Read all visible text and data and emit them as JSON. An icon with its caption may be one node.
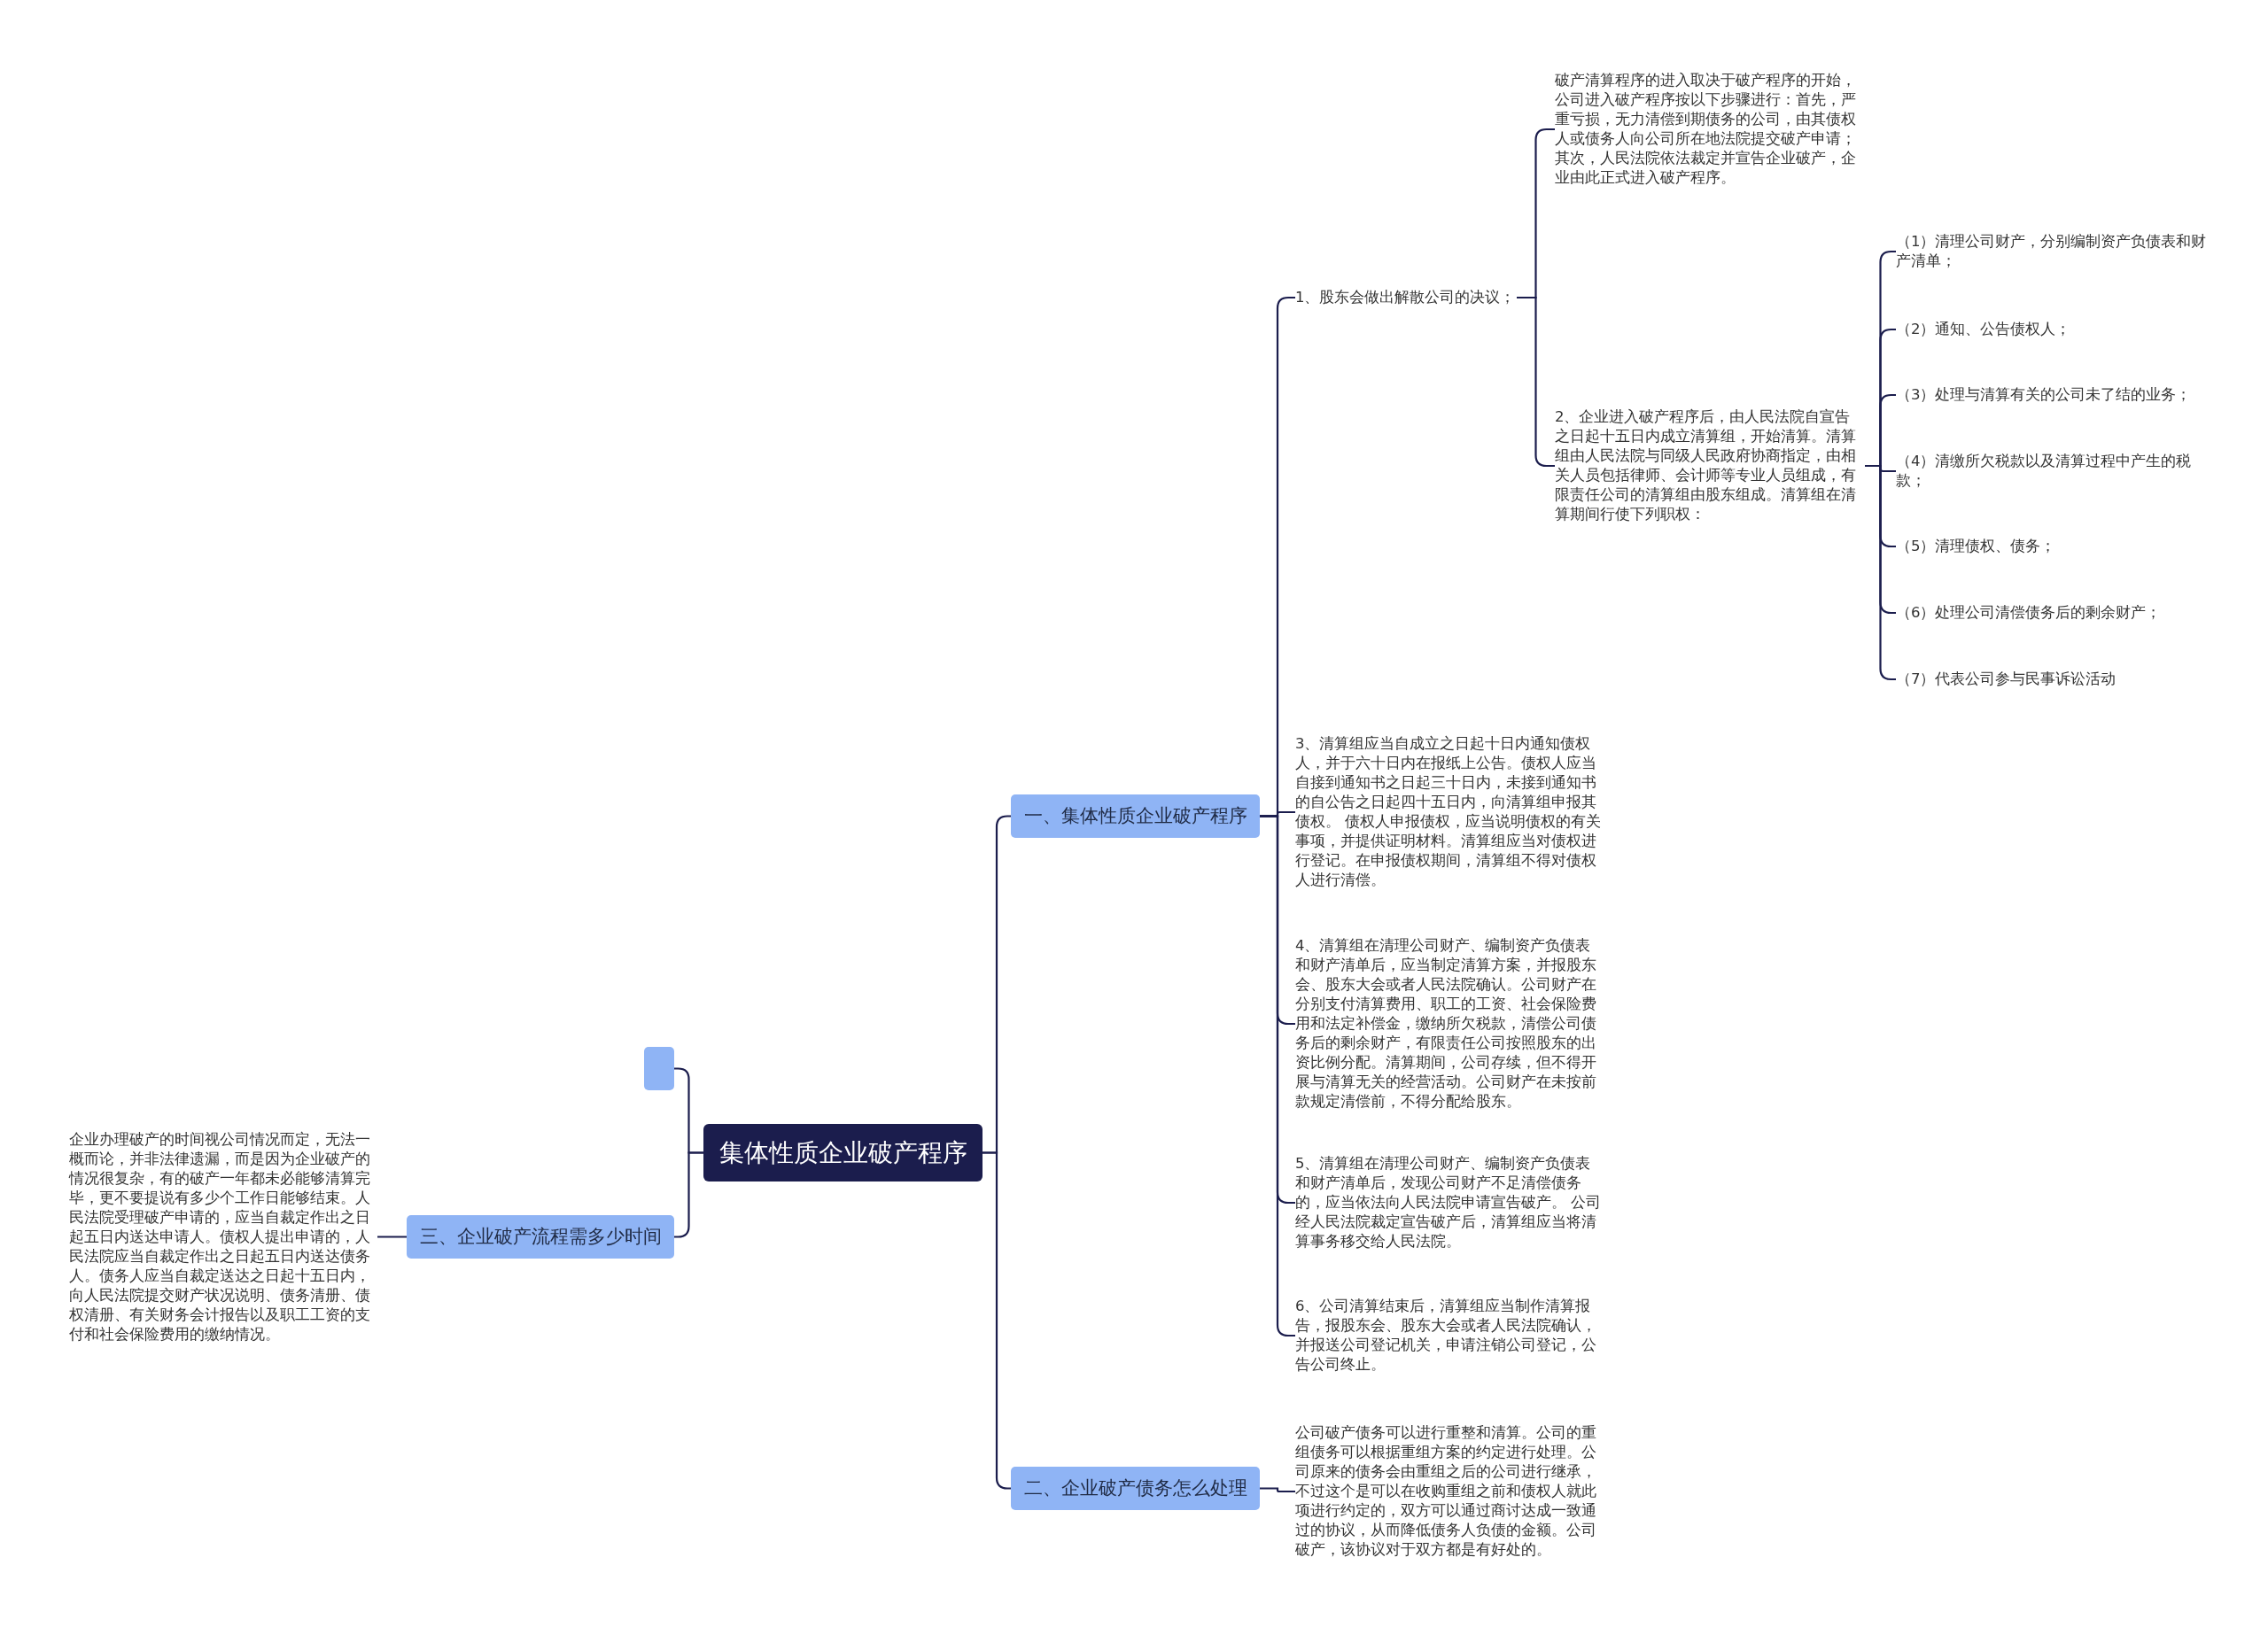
{
  "diagram": {
    "nodes": [
      {
        "text": [
          "集体性质企业破产程序"
        ]
      },
      {
        "text": [
          "一、集体性质企业破产程序"
        ]
      },
      {
        "text": [
          "1、股东会做出解散公司的决议；"
        ]
      },
      {
        "text": [
          "破产清算程序的进入取决于破产程序的开始，公司进入破产程序按以下步骤进行：首先，严重亏损，无力清偿到期债务的公司，由其债权人或债务人向公司所在地法院提交破产申请；其次，人民法院依法裁定并宣告企业破产，企业由此正式进入破产程序。"
        ]
      },
      {
        "text": [
          "2、企业进入破产程序后，由人民法院自宣告之日起十五日内成立清算组，开始清算。清算组由人民法院与同级人民政府协商指定，由相关人员包括律师、会计师等专业人员组成，有限责任公司的清算组由股东组成。清算组在清算期间行使下列职权："
        ]
      },
      {
        "text": [
          "（1）清理公司财产，分别编制资产负债表和财产清单；"
        ]
      },
      {
        "text": [
          "（2）通知、公告债权人；"
        ]
      },
      {
        "text": [
          "（3）处理与清算有关的公司未了结的业务；"
        ]
      },
      {
        "text": [
          "（4）清缴所欠税款以及清算过程中产生的税款；"
        ]
      },
      {
        "text": [
          "（5）清理债权、债务；"
        ]
      },
      {
        "text": [
          "（6）处理公司清偿债务后的剩余财产；"
        ]
      },
      {
        "text": [
          "（7）代表公司参与民事诉讼活动"
        ]
      },
      {
        "text": [
          "3、清算组应当自成立之日起十日内通知债权人，并于六十日内在报纸上公告。债权人应当自接到通知书之日起三十日内，未接到通知书的自公告之日起四十五日内，向清算组申报其债权。 债权人申报债权，应当说明债权的有关事项，并提供证明材料。清算组应当对债权进行登记。在申报债权期间，清算组不得对债权人进行清偿。"
        ]
      },
      {
        "text": [
          "4、清算组在清理公司财产、编制资产负债表和财产清单后，应当制定清算方案，并报股东会、股东大会或者人民法院确认。公司财产在分别支付清算费用、职工的工资、社会保险费用和法定补偿金，缴纳所欠税款，清偿公司债务后的剩余财产，有限责任公司按照股东的出资比例分配。清算期间，公司存续，但不得开展与清算无关的经营活动。公司财产在未按前款规定清偿前，不得分配给股东。"
        ]
      },
      {
        "text": [
          "5、清算组在清理公司财产、编制资产负债表和财产清单后，发现公司财产不足清偿债务的，应当依法向人民法院申请宣告破产。 公司经人民法院裁定宣告破产后，清算组应当将清算事务移交给人民法院。"
        ]
      },
      {
        "text": [
          "6、公司清算结束后，清算组应当制作清算报告，报股东会、股东大会或者人民法院确认，并报送公司登记机关，申请注销公司登记，公告公司终止。"
        ]
      },
      {
        "text": [
          "二、企业破产债务怎么处理"
        ]
      },
      {
        "text": [
          "公司破产债务可以进行重整和清算。公司的重组债务可以根据重组方案的约定进行处理。公司原来的债务会由重组之后的公司进行继承，不过这个是可以在收购重组之前和债权人就此项进行约定的，双方可以通过商讨达成一致通过的协议，从而降低债务人负债的金额。公司破产，该协议对于双方都是有好处的。"
        ]
      },
      {
        "text": [],
        "shape": "box"
      },
      {
        "text": [
          "三、企业破产流程需多少时间"
        ]
      },
      {
        "text": [
          "企业办理破产的时间视公司情况而定，无法一概而论，并非法律遗漏，而是因为企业破产的情况很复杂，有的破产一年都未必能够清算完毕，更不要提说有多少个工作日能够结束。人民法院受理破产申请的，应当自裁定作出之日起五日内送达申请人。债权人提出申请的，人民法院应当自裁定作出之日起五日内送达债务人。债务人应当自裁定送达之日起十五日内，向人民法院提交财产状况说明、债务清册、债权清册、有关财务会计报告以及职工工资的支付和社会保险费用的缴纳情况。"
        ]
      }
    ],
    "edges": [
      {
        "from": 0,
        "to": 1,
        "arrow": "none"
      },
      {
        "from": 1,
        "to": 2,
        "arrow": "none"
      },
      {
        "from": 2,
        "to": 3,
        "arrow": "none"
      },
      {
        "from": 2,
        "to": 4,
        "arrow": "none"
      },
      {
        "from": 4,
        "to": 5,
        "arrow": "none"
      },
      {
        "from": 4,
        "to": 6,
        "arrow": "none"
      },
      {
        "from": 4,
        "to": 7,
        "arrow": "none"
      },
      {
        "from": 4,
        "to": 8,
        "arrow": "none"
      },
      {
        "from": 4,
        "to": 9,
        "arrow": "none"
      },
      {
        "from": 4,
        "to": 10,
        "arrow": "none"
      },
      {
        "from": 4,
        "to": 11,
        "arrow": "none"
      },
      {
        "from": 1,
        "to": 12,
        "arrow": "none"
      },
      {
        "from": 1,
        "to": 13,
        "arrow": "none"
      },
      {
        "from": 1,
        "to": 14,
        "arrow": "none"
      },
      {
        "from": 1,
        "to": 15,
        "arrow": "none"
      },
      {
        "from": 0,
        "to": 16,
        "arrow": "none"
      },
      {
        "from": 16,
        "to": 17,
        "arrow": "none"
      },
      {
        "from": 0,
        "to": 18,
        "arrow": "none"
      },
      {
        "from": 0,
        "to": 19,
        "arrow": "none"
      },
      {
        "from": 19,
        "to": 20,
        "arrow": "none"
      }
    ]
  }
}
